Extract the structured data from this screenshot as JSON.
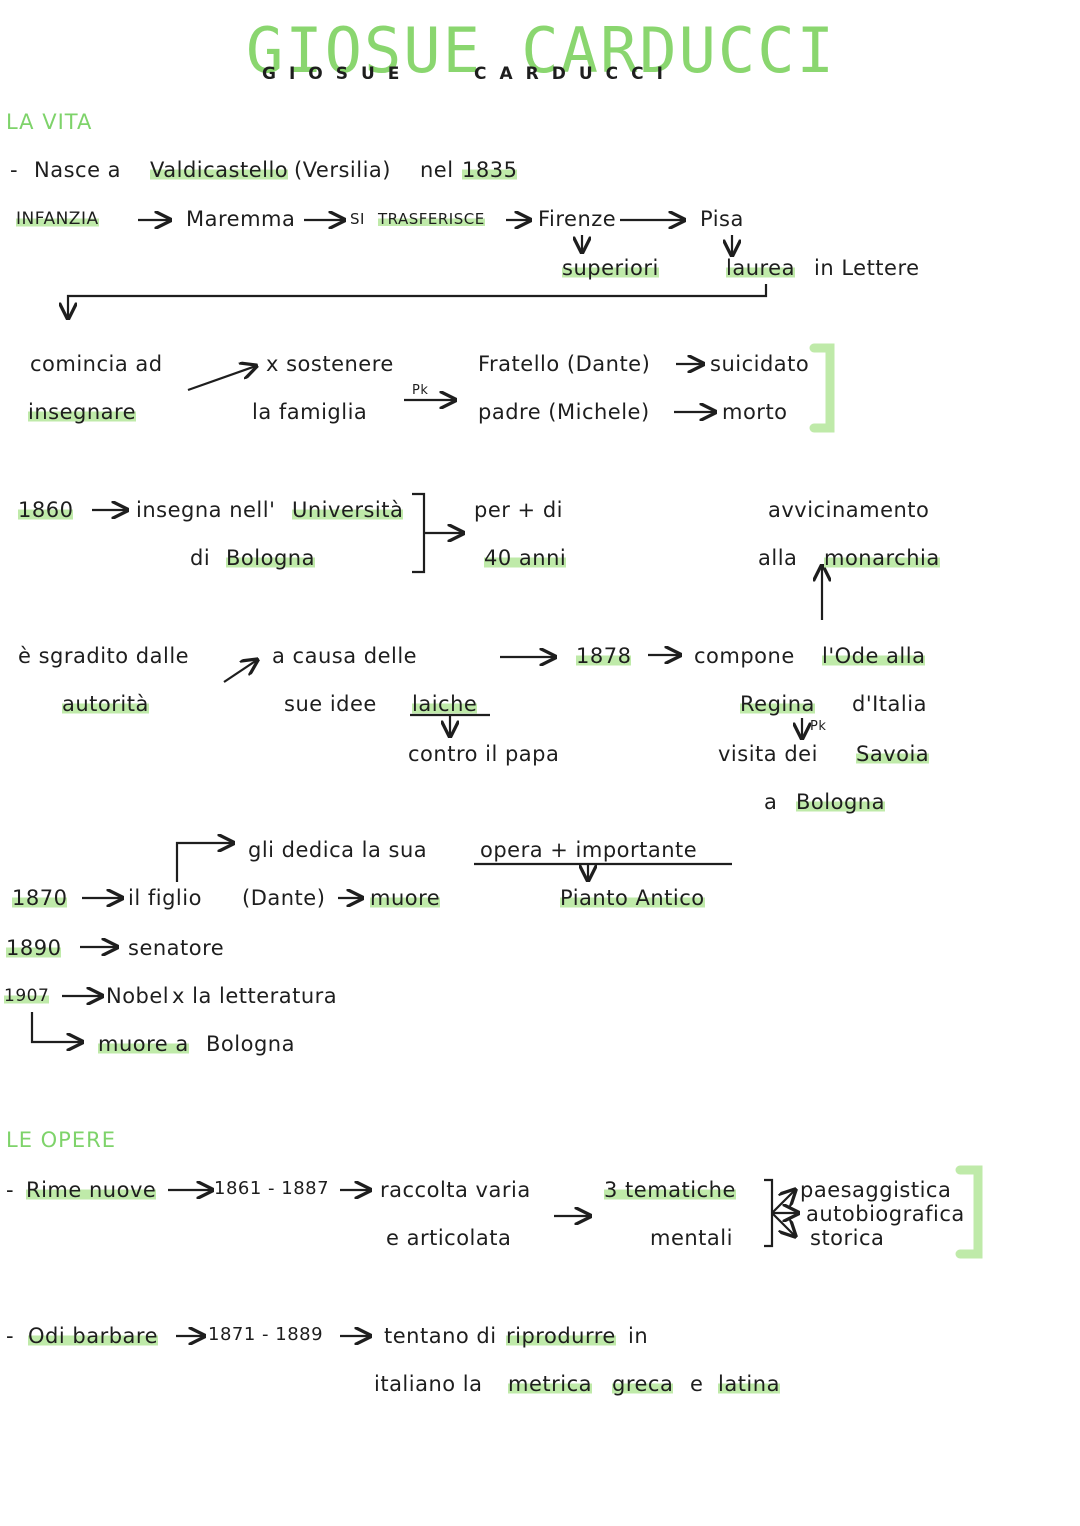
{
  "title": {
    "main": "GIOSUE CARDUCCI",
    "left": "GIOSUE",
    "right": "CARDUCCI"
  },
  "vita": {
    "heading": "LA VITA",
    "l1": {
      "dash": "-",
      "nasce": "Nasce a",
      "place": "Valdicastello",
      "region": "(Versilia)",
      "nel": "nel",
      "year": "1835"
    },
    "l2": {
      "infanzia": "INFANZIA",
      "maremma": "Maremma",
      "si": "SI",
      "trasferisce": "TRASFERISCE",
      "firenze": "Firenze",
      "pisa": "Pisa"
    },
    "l3": {
      "superiori": "superiori",
      "laurea": "laurea",
      "lettere": "in Lettere"
    },
    "b1": {
      "comincia": "comincia ad",
      "insegnare": "insegnare",
      "sostenere": "x sostenere",
      "famiglia": "la famiglia",
      "pk": "Pk",
      "fratello": "Fratello (Dante)",
      "suicidato": "suicidato",
      "padre": "padre (Michele)",
      "morto": "morto"
    },
    "b2": {
      "year": "1860",
      "insegna": "insegna nell'",
      "universita": "Università",
      "di": "di",
      "bologna": "Bologna",
      "per": "per + di",
      "anni": "40 anni",
      "avvicinamento": "avvicinamento",
      "alla": "alla",
      "monarchia": "monarchia"
    },
    "b3": {
      "e_sgradito": "è sgradito dalle",
      "autorita": "autorità",
      "a_causa": "a causa delle",
      "sue_idee": "sue idee",
      "laiche": "laiche",
      "contro": "contro il papa",
      "year": "1878",
      "compone": "compone",
      "ode_alla": "l'Ode alla",
      "regina": "Regina",
      "italia": "d'Italia",
      "pk": "Pk",
      "visita": "visita dei",
      "savoia": "Savoia",
      "a": "a",
      "bologna": "Bologna"
    },
    "b4": {
      "dedica": "gli dedica la sua",
      "opera": "opera + importante",
      "year": "1870",
      "figlio": "il figlio",
      "dante": "(Dante)",
      "muore": "muore",
      "pianto": "Pianto Antico"
    },
    "b5": {
      "y1890": "1890",
      "senatore": "senatore",
      "y1907": "1907",
      "nobel": "Nobel",
      "letteratura": "x la letteratura",
      "muore_a": "muore a",
      "bologna": "Bologna"
    }
  },
  "opere": {
    "heading": "LE OPERE",
    "rime": {
      "dash": "-",
      "name": "Rime nuove",
      "years": "1861 - 1887",
      "raccolta": "raccolta varia",
      "articolata": "e articolata",
      "tre": "3 tematiche",
      "mentali": "mentali",
      "t1": "paesaggistica",
      "t2": "autobiografica",
      "t3": "storica"
    },
    "odi": {
      "dash": "-",
      "name": "Odi barbare",
      "years": "1871 - 1889",
      "tentano": "tentano di",
      "riprodurre": "riprodurre",
      "in": "in",
      "italiano": "italiano la",
      "metrica": "metrica",
      "greca": "greca",
      "e": "e",
      "latina": "latina"
    }
  },
  "colors": {
    "accent": "#8ad66f",
    "highlight": "#bfeaa9",
    "ink": "#1e1e1e"
  }
}
